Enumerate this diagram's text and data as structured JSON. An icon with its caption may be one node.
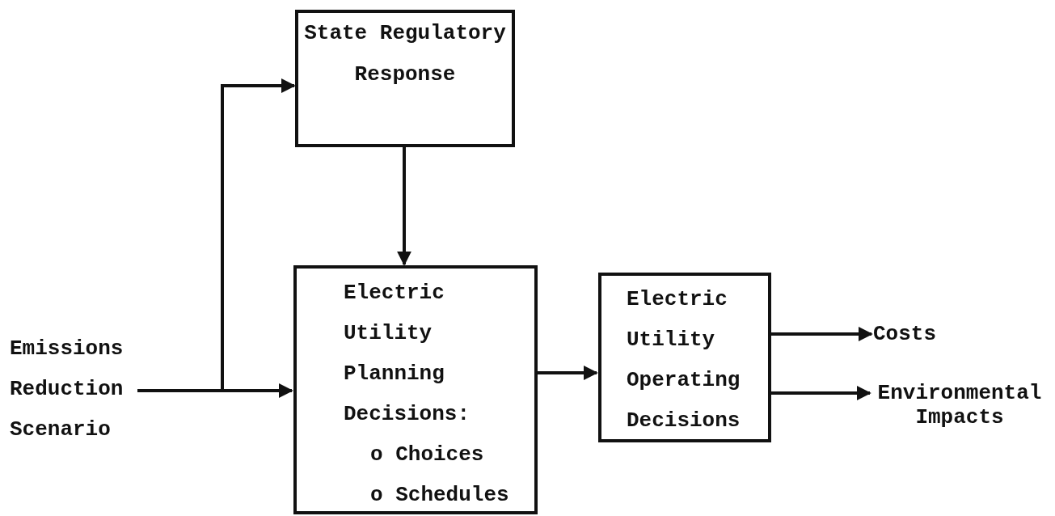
{
  "diagram": {
    "nodes": [
      {
        "text": [
          "Emissions Reduction Scenario"
        ]
      },
      {
        "text": [
          "State Regulatory Response"
        ]
      },
      {
        "text": [
          "Electric Utility Planning Decisions:",
          "o Choices",
          "o Schedules"
        ]
      },
      {
        "text": [
          "Electric Utility Operating Decisions"
        ]
      },
      {
        "text": [
          "Costs"
        ]
      },
      {
        "text": [
          "Environmental Impacts"
        ]
      }
    ],
    "edges": [
      {
        "from": 0,
        "to": 1,
        "arrow": "to"
      },
      {
        "from": 0,
        "to": 2,
        "arrow": "to"
      },
      {
        "from": 1,
        "to": 2,
        "arrow": "to"
      },
      {
        "from": 2,
        "to": 3,
        "arrow": "to"
      },
      {
        "from": 3,
        "to": 4,
        "arrow": "to"
      },
      {
        "from": 3,
        "to": 5,
        "arrow": "to"
      }
    ]
  }
}
